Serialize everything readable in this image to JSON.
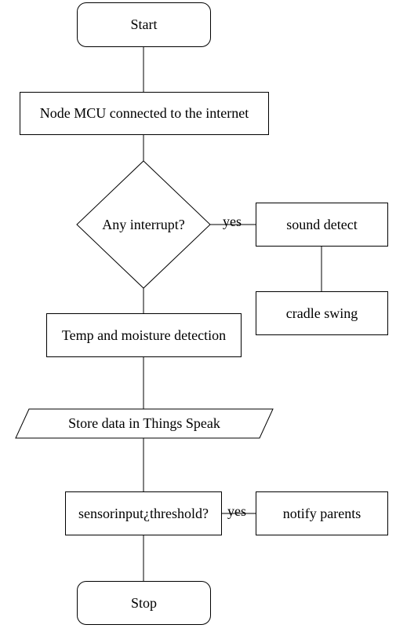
{
  "flowchart": {
    "start": "Start",
    "connect": "Node MCU connected to the internet",
    "interrupt": "Any interrupt?",
    "interrupt_yes": "yes",
    "sound": "sound detect",
    "cradle": "cradle swing",
    "temp": "Temp and moisture detection",
    "store": "Store data in Things Speak",
    "threshold": "sensorinput¿threshold?",
    "threshold_yes": "yes",
    "notify": "notify parents",
    "stop": "Stop"
  }
}
